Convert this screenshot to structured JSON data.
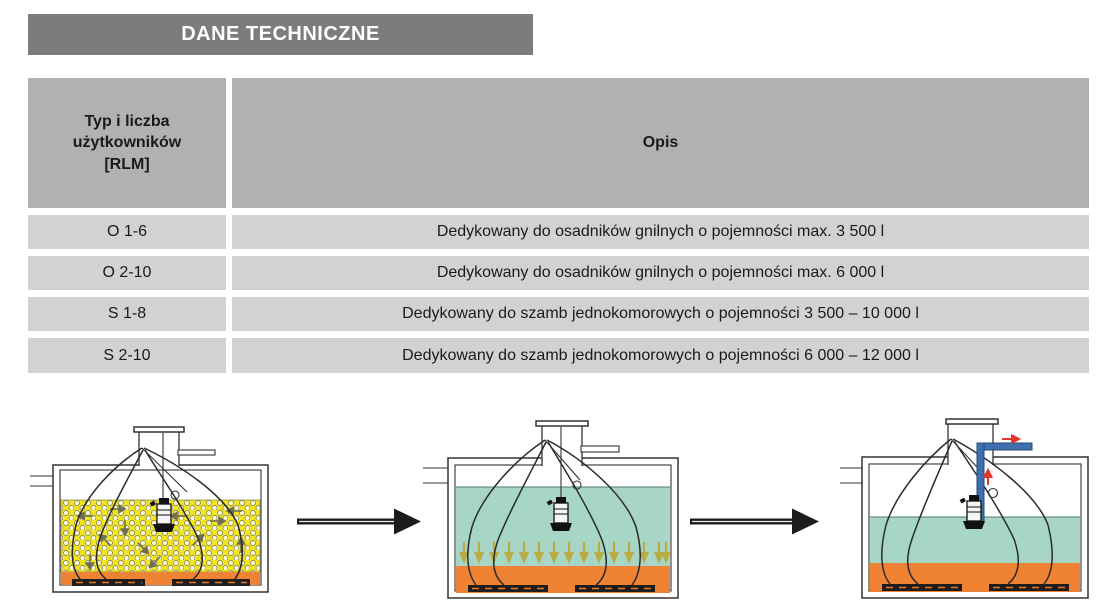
{
  "header": {
    "title": "DANE TECHNICZNE",
    "bg_color": "#7c7c7c",
    "text_color": "#ffffff"
  },
  "table": {
    "columns": [
      {
        "label": "Typ i liczba użytkowników [RLM]"
      },
      {
        "label": "Opis"
      }
    ],
    "header_bg": "#b1b1b1",
    "row_bg": "#d2d2d2",
    "rows": [
      {
        "type": "O 1-6",
        "description": "Dedykowany do osadników gnilnych o pojemności max. 3 500 l"
      },
      {
        "type": "O 2-10",
        "description": "Dedykowany do osadników gnilnych o pojemności max. 6 000 l"
      },
      {
        "type": "S 1-8",
        "description": "Dedykowany do szamb jednokomorowych o pojemności 3 500 – 10 000 l"
      },
      {
        "type": "S 2-10",
        "description": "Dedykowany do szamb jednokomorowych o pojemności 6 000 – 12 000 l"
      }
    ]
  },
  "diagrams": {
    "count": 3,
    "colors": {
      "sewage_yellow": "#f2e41f",
      "bubble_ring": "#8d8d60",
      "clear_water_teal": "#a7d6c6",
      "sludge_orange": "#f08233",
      "diffuser_plate_black": "#1d1d1d",
      "settle_arrow_olive": "#b9ab45",
      "discharge_pipe_blue": "#3e6fae",
      "flow_arrow_red": "#e2352b",
      "process_arrow_black": "#1c1c1c"
    }
  }
}
